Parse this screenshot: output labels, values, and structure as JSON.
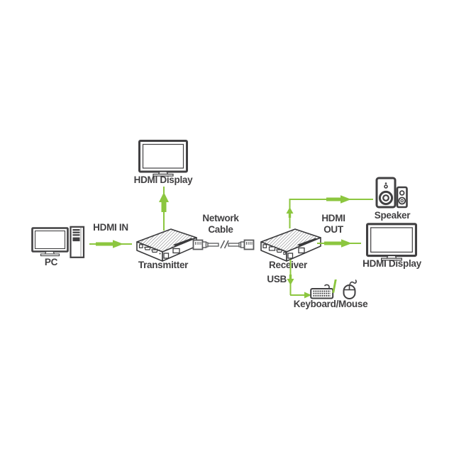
{
  "colors": {
    "accent_green": "#8CC63F",
    "outline_dark": "#414042",
    "device_gray": "#58595B"
  },
  "nodes": {
    "pc": {
      "label": "PC"
    },
    "transmitter": {
      "label": "Transmitter"
    },
    "receiver": {
      "label": "Receiver"
    },
    "display_top": {
      "label": "HDMI Display"
    },
    "display_right": {
      "label": "HDMI Display"
    },
    "speaker": {
      "label": "Speaker"
    },
    "keyboard_mouse": {
      "label": "Keyboard/Mouse"
    }
  },
  "links": {
    "hdmi_in": {
      "label": "HDMI IN"
    },
    "network_cable": {
      "line1": "Network",
      "line2": "Cable"
    },
    "hdmi_out": {
      "line1": "HDMI",
      "line2": "OUT"
    },
    "usb": {
      "label": "USB"
    },
    "kb_mouse_separator": "/"
  }
}
